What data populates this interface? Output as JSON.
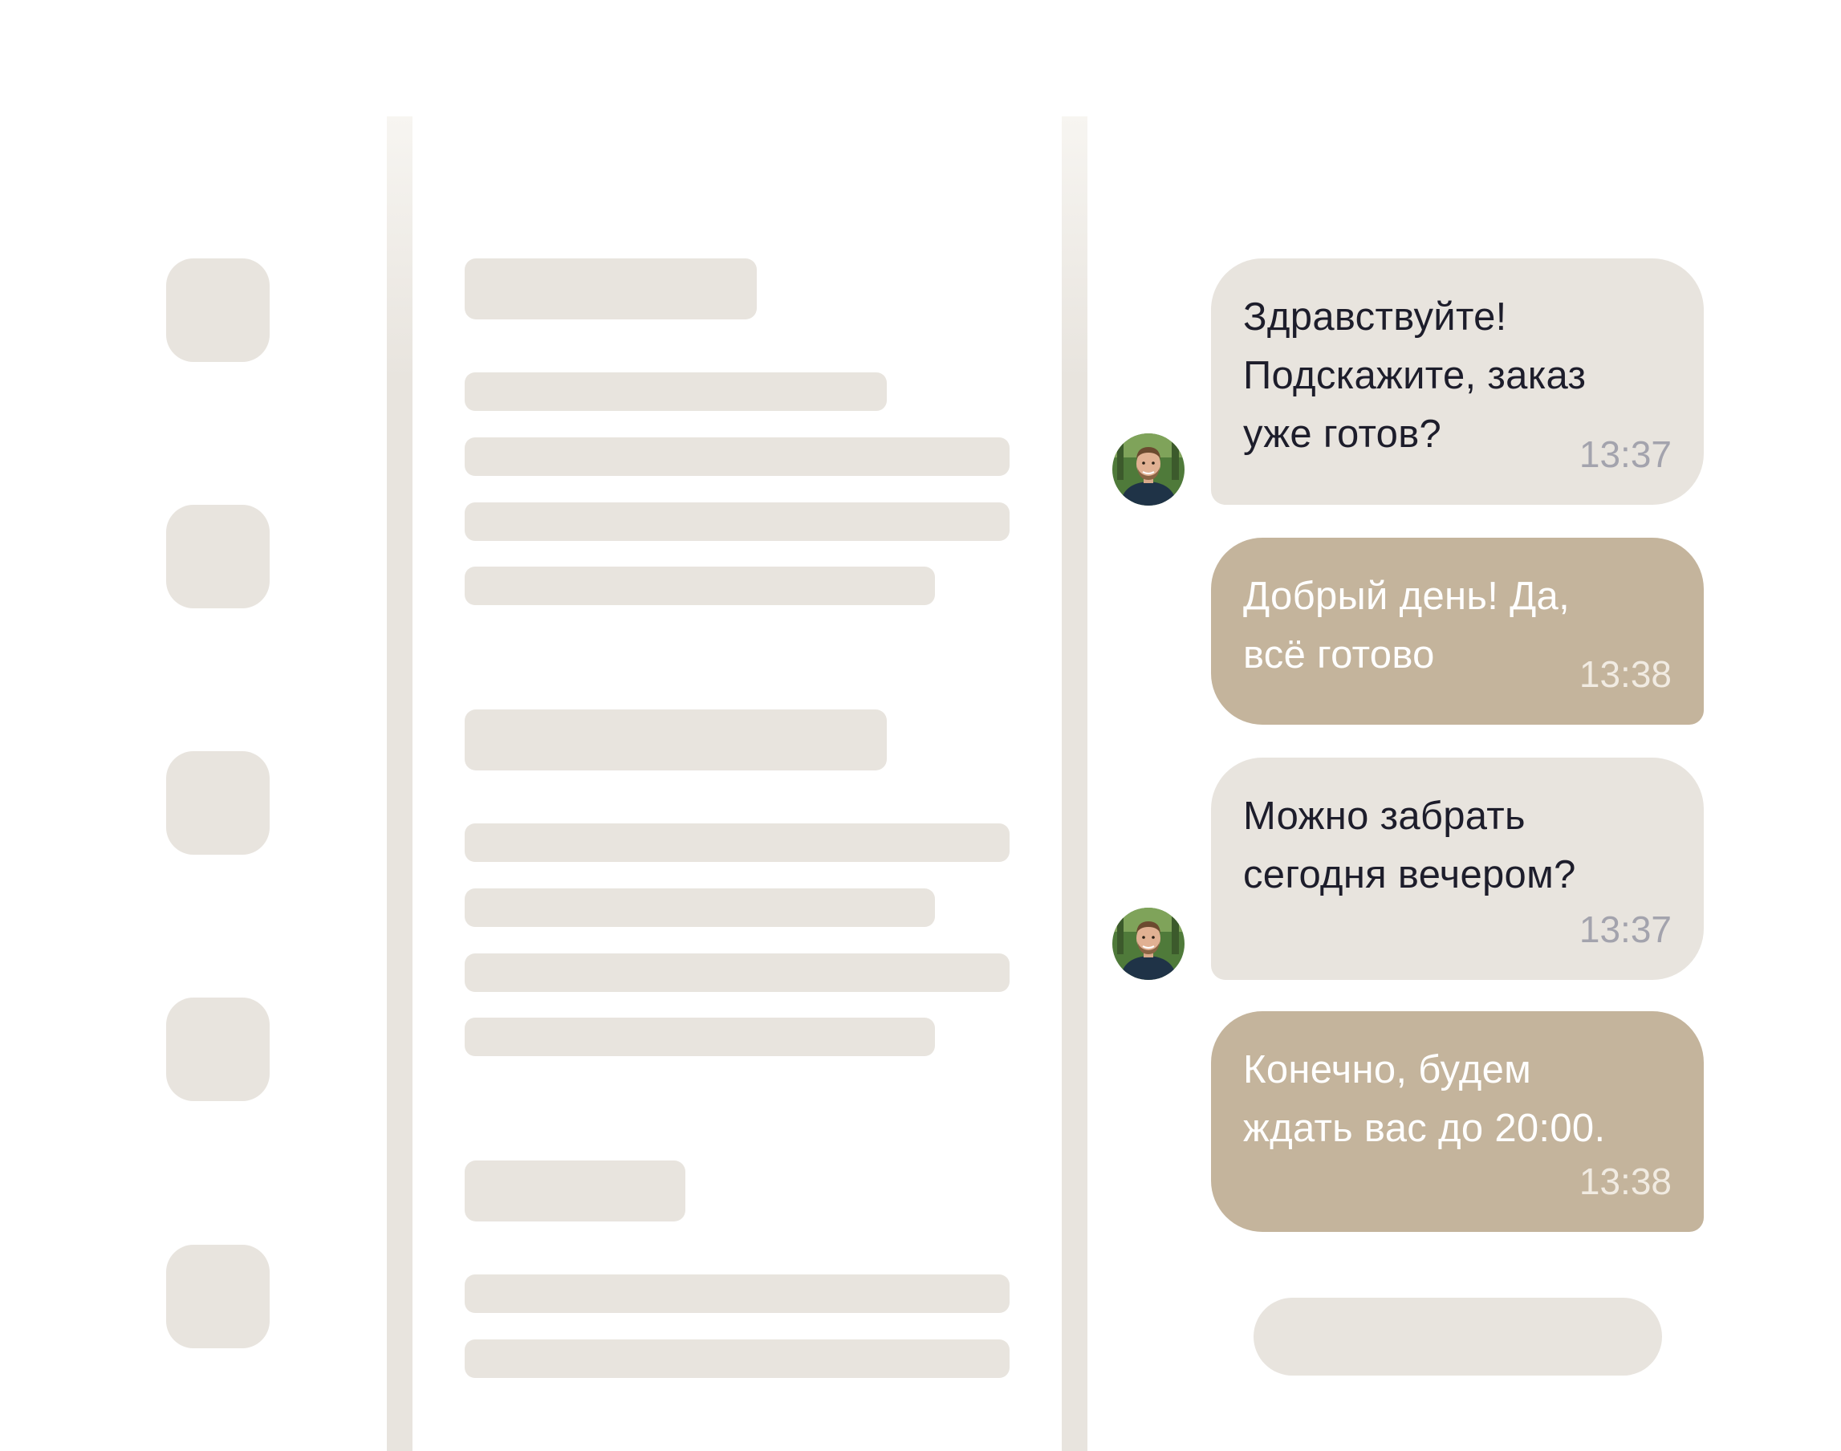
{
  "chat": {
    "messages": [
      {
        "direction": "incoming",
        "text": "Здравствуйте!\nПодскажите, заказ\nуже готов?",
        "time": "13:37",
        "avatar": "user-avatar"
      },
      {
        "direction": "outgoing",
        "text": "Добрый день! Да,\nвсё готово",
        "time": "13:38"
      },
      {
        "direction": "incoming",
        "text": "Можно забрать\nсегодня вечером?",
        "time": "13:37",
        "avatar": "user-avatar"
      },
      {
        "direction": "outgoing",
        "text": "Конечно, будем\nждать вас до 20:00.",
        "time": "13:38"
      }
    ]
  },
  "colors": {
    "placeholder": "#e8e4de",
    "incoming_bubble": "#e8e4de",
    "outgoing_bubble": "#c4b49c",
    "incoming_text": "#1d1d2b",
    "incoming_time": "#a3a3ad",
    "outgoing_text": "#ffffff"
  },
  "icons": {
    "nav": [
      "placeholder-icon",
      "placeholder-icon",
      "placeholder-icon",
      "placeholder-icon",
      "placeholder-icon"
    ],
    "avatar": "user-avatar"
  }
}
